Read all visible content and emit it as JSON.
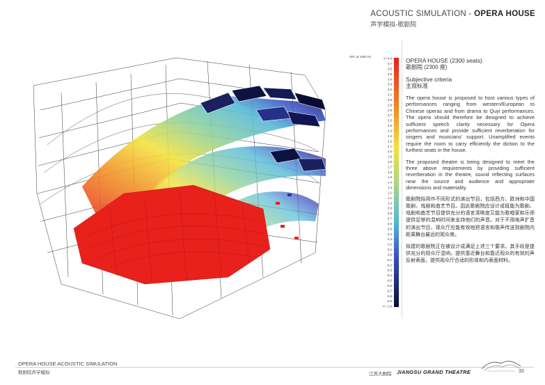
{
  "header": {
    "title_prefix": "ACOUSTIC SIMULATION - ",
    "title_bold": "OPERA HOUSE",
    "subtitle": "声学模拟-歌剧院"
  },
  "legend": {
    "title": "SPL at 1000 Hz",
    "top_label": ">= 4.0",
    "bottom_label": "<= -1.0",
    "ticks": [
      "3.7",
      "3.6",
      "3.5",
      "3.4",
      "3.3",
      "3.2",
      "3.1",
      "3.0",
      "2.9",
      "2.8",
      "2.7",
      "2.6",
      "2.5",
      "2.4",
      "2.3",
      "2.2",
      "2.1",
      "2.0",
      "1.9",
      "1.8",
      "1.7",
      "1.6",
      "1.5",
      "1.4",
      "1.3",
      "1.2",
      "1.1",
      "1.0",
      "0.9",
      "0.8",
      "0.7",
      "0.6",
      "0.5",
      "0.4",
      "0.3",
      "0.2",
      "0.1",
      "0.0",
      "-0.1",
      "-0.2",
      "-0.3",
      "-0.4",
      "-0.5",
      "-0.6",
      "-0.7",
      "-0.8",
      "-0.9"
    ]
  },
  "text": {
    "heading": "OPERA HOUSE (2300 seats)",
    "heading_cn": "歌剧院 (2300 座)",
    "subheading": "Subjective criteria",
    "subheading_cn": "主观标准",
    "para1": "The opera house is proposed to host various types of performances ranging from western/European to Chinese operas and from drama to Quyi performances. The opera should therefore be designed to achieve sufficient speech clarity necessary for Opera performances and provide sufficient reverberation for singers and musicians' support. Unamplified events require the room to carry efficiently the diction to the furthest seats in the house.",
    "para2": "The proposed theatre is being designed to meet the three above requirements by providing sufficient reverberation in the theatre, sound reflecting surfaces near the source and audience and appropriate dimensions and materiality.",
    "para3_cn": "歌剧院拟用作不同形式的演出节目，包括西方、欧洲和中国歌剧，戏剧和曲艺节目。因此歌剧院应设计成既能为歌剧、戏剧和曲艺节目提供充分的语言清晰度又能为歌唱家和乐师提供足够的混响时间来支持他们的声音。对于不用电声扩音的演出节目，观众厅应能有效地把语言和歌声传送到剧院内距离舞台最远的观众席。",
    "para4_cn": "拟建的歌剧院正在被设计成满足上述三个要求。其手段是提供充分的观众厅混响，提供靠近舞台和靠近观众的有效的声反射表面，提供观众厅合适的形体和内表面材料。"
  },
  "footer": {
    "left_title": "OPERA HOUSE ACOUSTIC SIMULATION",
    "left_sub": "歌剧院声学模拟",
    "right_cn": "江苏大剧院",
    "right_en": "JIANGSU  GRAND THEATRE",
    "page": "33"
  },
  "colors": {
    "red": "#e8211c",
    "accent": "#222222"
  }
}
